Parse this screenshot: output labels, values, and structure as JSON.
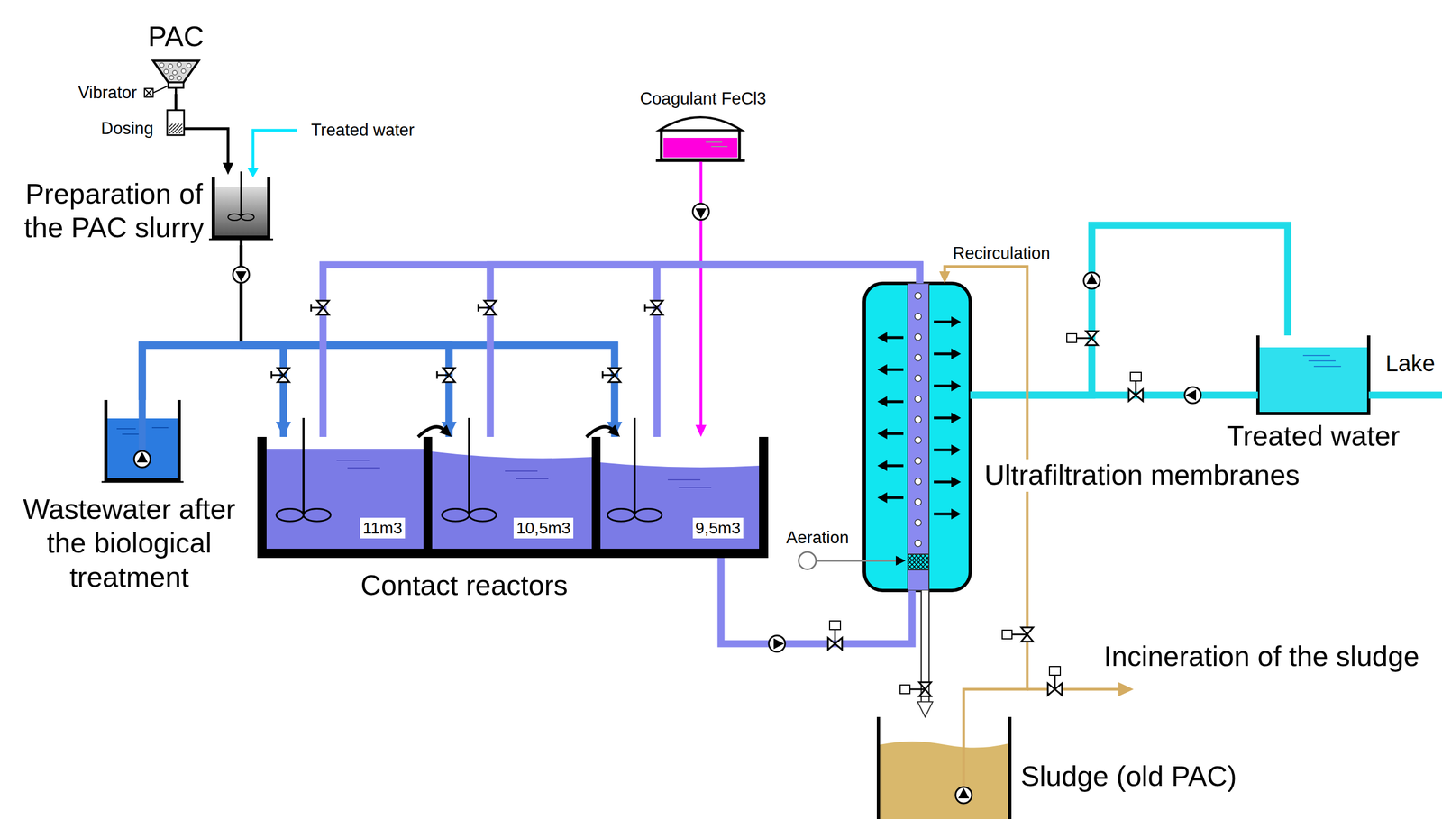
{
  "diagram": {
    "nodes": [
      {
        "text": [
          "PAC"
        ]
      },
      {
        "text": [
          "Preparation of the PAC slurry"
        ]
      },
      {
        "text": [
          "Wastewater after the biological treatment"
        ]
      },
      {
        "text": [
          "Contact reactors"
        ]
      },
      {
        "text": [
          "11m3"
        ],
        "in": 3
      },
      {
        "text": [
          "10,5m3"
        ],
        "in": 3
      },
      {
        "text": [
          "9,5m3"
        ],
        "in": 3
      },
      {
        "text": [
          "Coagulant FeCl3"
        ]
      },
      {
        "text": [
          "Ultrafiltration membranes"
        ]
      },
      {
        "text": [
          "Treated water"
        ]
      },
      {
        "text": [
          "Sludge (old PAC)"
        ]
      }
    ],
    "edges": [
      {
        "from": 0,
        "to": 1,
        "arrow": "to"
      },
      {
        "from": 1,
        "to": 4,
        "arrow": "to"
      },
      {
        "from": 1,
        "to": 5,
        "arrow": "to"
      },
      {
        "from": 1,
        "to": 6,
        "arrow": "to"
      },
      {
        "from": 2,
        "to": 4,
        "arrow": "none"
      },
      {
        "from": 2,
        "to": 5,
        "arrow": "none"
      },
      {
        "from": 2,
        "to": 6,
        "arrow": "none"
      },
      {
        "from": 4,
        "to": 5,
        "arrow": "to"
      },
      {
        "from": 5,
        "to": 6,
        "arrow": "to"
      },
      {
        "from": 7,
        "to": 6,
        "arrow": "to"
      },
      {
        "from": 6,
        "to": 8,
        "arrow": "none"
      },
      {
        "from": 8,
        "to": 4,
        "arrow": "none"
      },
      {
        "from": 8,
        "to": 5,
        "arrow": "none"
      },
      {
        "from": 8,
        "to": 6,
        "arrow": "none"
      },
      {
        "from": 8,
        "to": 9,
        "arrow": "none"
      },
      {
        "from": 9,
        "to": 8,
        "arrow": "none"
      },
      {
        "from": 8,
        "to": 10,
        "arrow": "to"
      },
      {
        "from": 10,
        "to": 8,
        "arrow": "to",
        "label": "Recirculation"
      }
    ],
    "labels": [
      "Vibrator",
      "Dosing",
      "Treated water",
      "Aeration",
      "Lake",
      "Incineration of the sludge"
    ]
  }
}
